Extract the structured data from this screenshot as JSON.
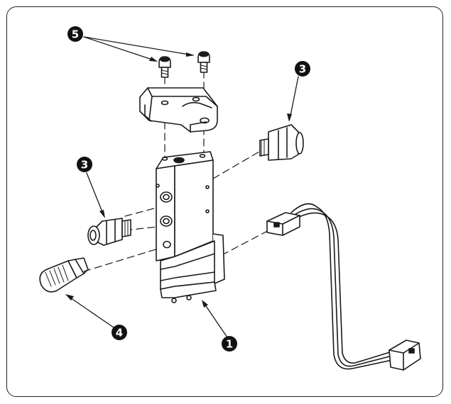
{
  "figure": {
    "callouts": [
      {
        "id": "valve-body",
        "label": "1"
      },
      {
        "id": "fitting-right",
        "label": "3"
      },
      {
        "id": "fitting-left",
        "label": "3"
      },
      {
        "id": "silencer",
        "label": "4"
      },
      {
        "id": "screws",
        "label": "5"
      }
    ]
  },
  "colors": {
    "line": "#1a1a1a",
    "fill": "#ffffff",
    "callout": "#111111"
  }
}
